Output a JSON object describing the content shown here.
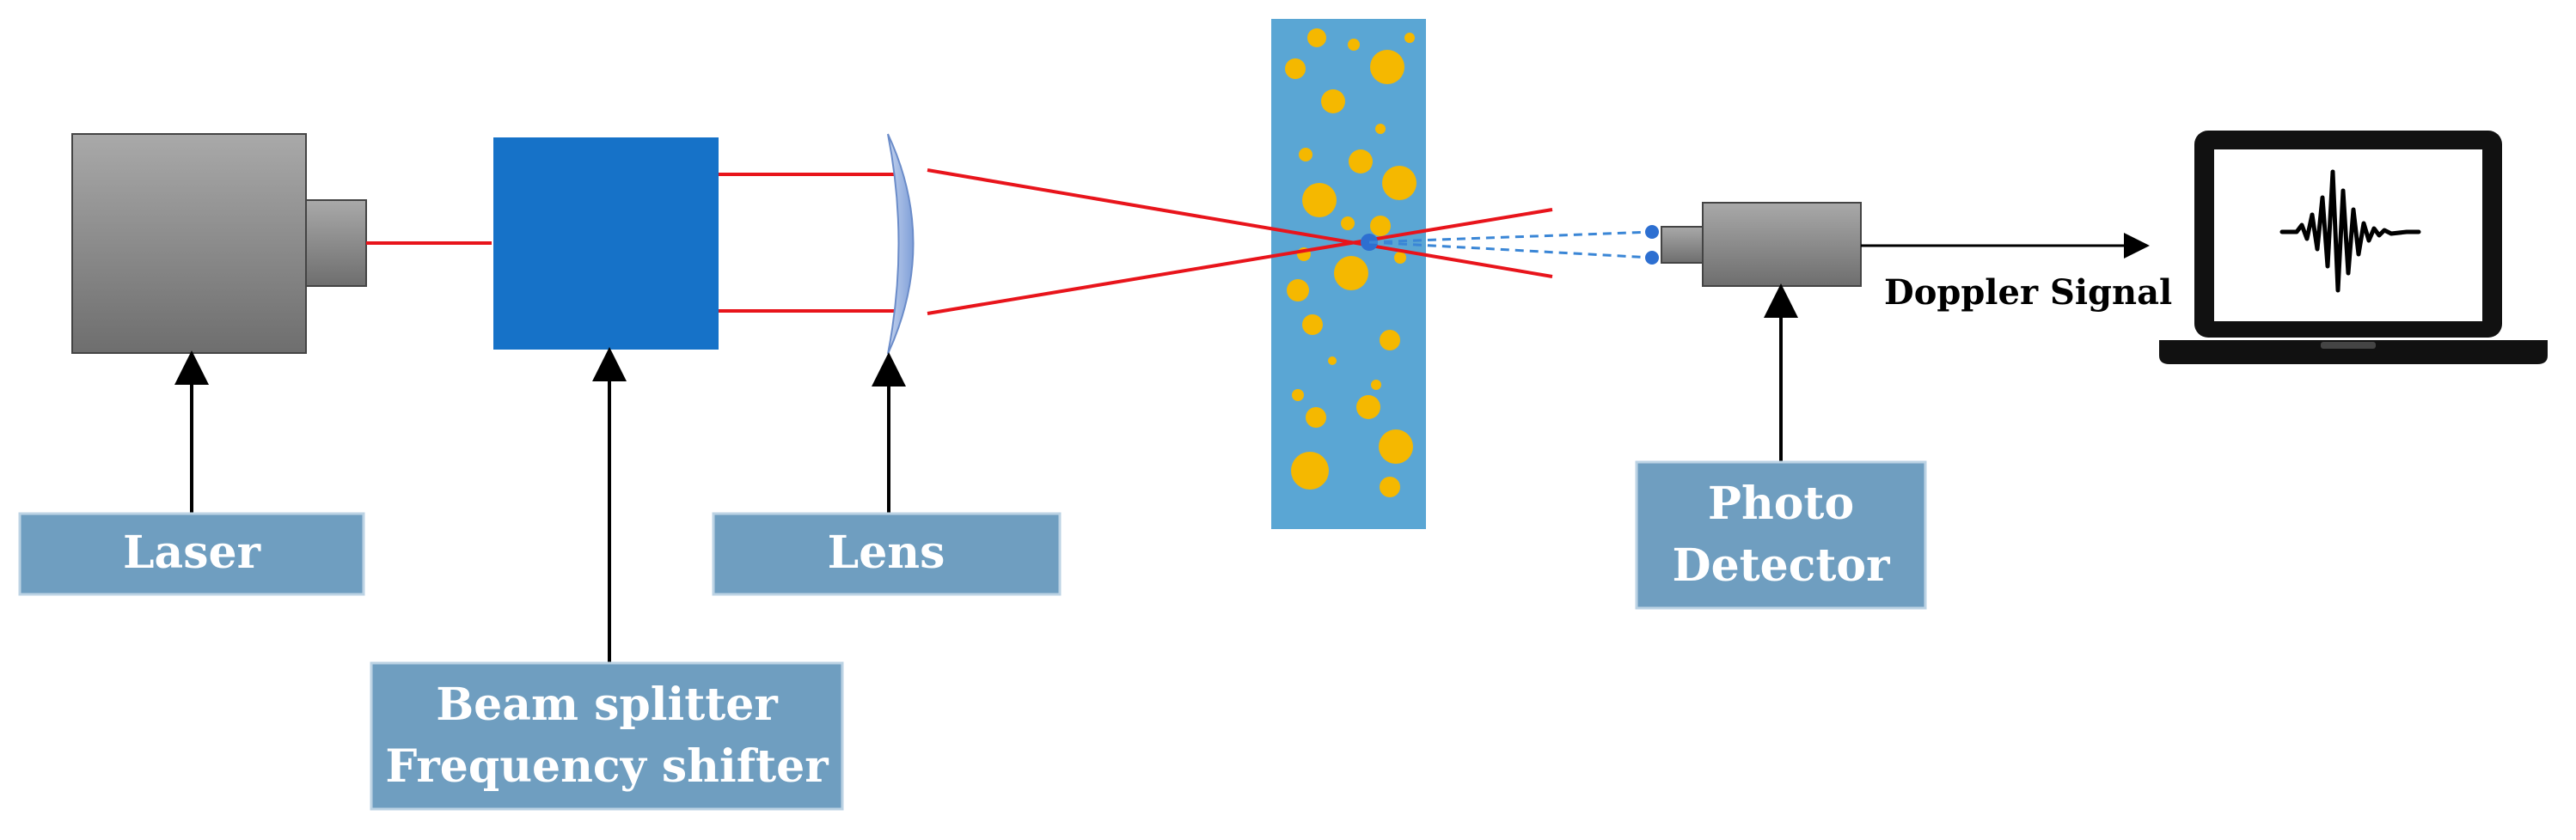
{
  "labels": {
    "laser": "Laser",
    "beam_splitter_line1": "Beam splitter",
    "beam_splitter_line2": "Frequency shifter",
    "lens": "Lens",
    "photo_detector_line1": "Photo",
    "photo_detector_line2": "Detector",
    "doppler_signal": "Doppler Signal"
  },
  "colors": {
    "label_box": "#6f9ec0",
    "beam": "#e8141b",
    "splitter": "#1672c8",
    "flow_channel": "#5aa6d4",
    "particle": "#f5b800",
    "scatter_line": "#3a86d6",
    "device_gray": "#8f8f8f"
  },
  "icons": {
    "source": "laser-device-icon",
    "optics": "beam-splitter-block-icon",
    "lens": "convex-lens-icon",
    "flow": "seeded-flow-channel-icon",
    "detector": "photo-detector-icon",
    "display": "laptop-waveform-icon"
  }
}
